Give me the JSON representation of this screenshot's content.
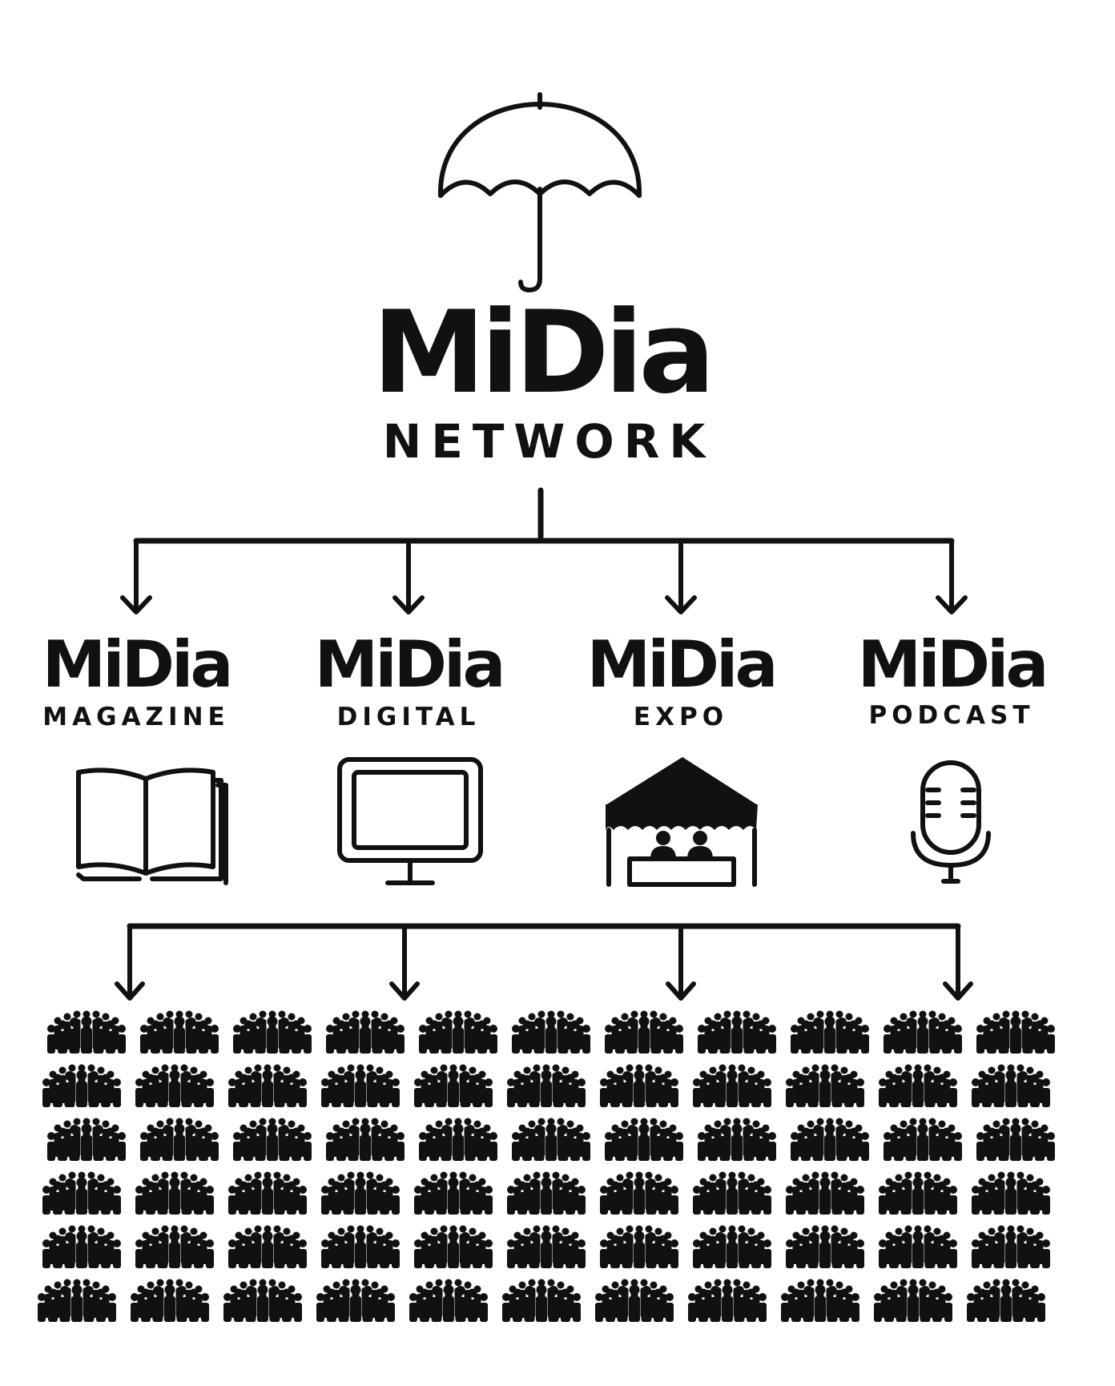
{
  "network": {
    "title": "MiDia",
    "subtitle": "NETWORK"
  },
  "brands": [
    {
      "title": "MiDia",
      "subtitle": "MAGAZINE",
      "icon": "open-book-icon"
    },
    {
      "title": "MiDia",
      "subtitle": "DIGITAL",
      "icon": "monitor-icon"
    },
    {
      "title": "MiDia",
      "subtitle": "EXPO",
      "icon": "expo-tent-icon"
    },
    {
      "title": "MiDia",
      "subtitle": "PODCAST",
      "icon": "microphone-icon"
    }
  ],
  "audience": {
    "icon": "crowd-icon",
    "rows": 6,
    "columns": 11
  },
  "colors": {
    "ink": "#111111",
    "background": "#ffffff"
  }
}
